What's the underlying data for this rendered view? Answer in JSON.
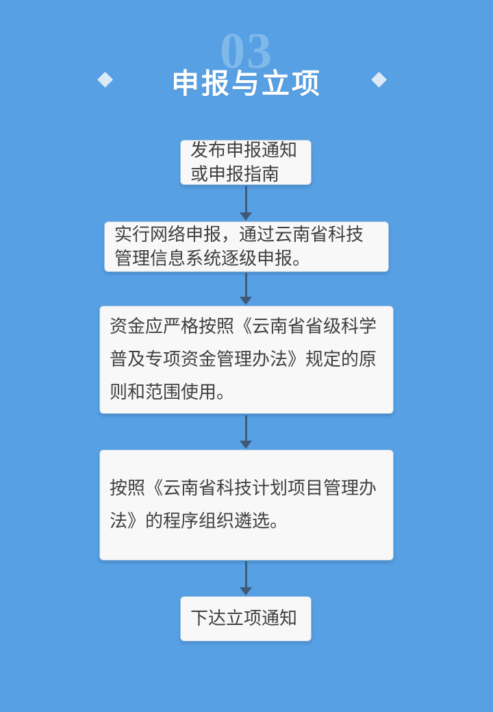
{
  "theme": {
    "page_background": "#57A0E4",
    "box_background": "#F8F8F8",
    "box_border": "#9FC2E0",
    "box_text_color": "#3F3F3F",
    "arrow_color": "#3E5A76",
    "title_color": "#FFFFFF",
    "step_number_color": "#7FB9EA",
    "diamond_color": "#DCEAF7"
  },
  "header": {
    "step_number": "03",
    "title": "申报与立项",
    "diamond_glyph": "◆"
  },
  "flow_steps": [
    {
      "text": "发布申报通知或申报指南"
    },
    {
      "text": "实行网络申报，通过云南省科技管理信息系统逐级申报。"
    },
    {
      "text": "资金应严格按照《云南省省级科学普及专项资金管理办法》规定的原则和范围使用。"
    },
    {
      "text": "按照《云南省科技计划项目管理办法》的程序组织遴选。"
    },
    {
      "text": "下达立项通知"
    }
  ]
}
